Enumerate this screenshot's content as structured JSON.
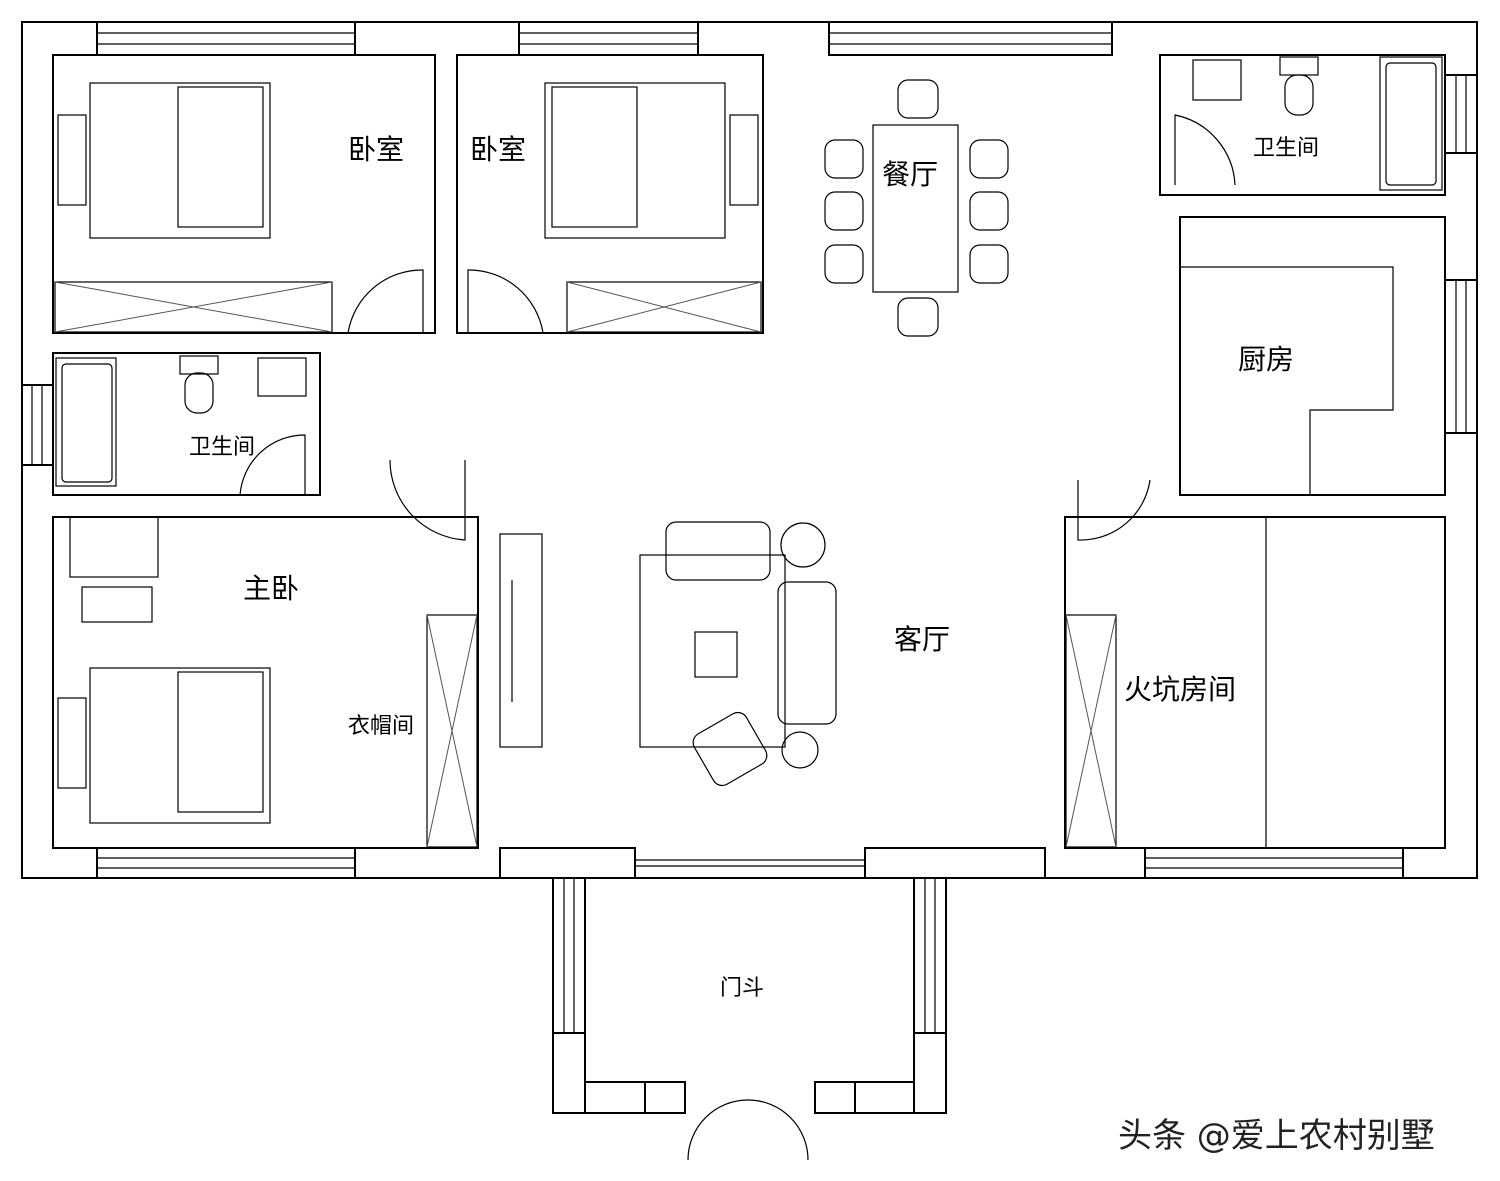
{
  "rooms": {
    "bedroom1": "卧室",
    "bedroom2": "卧室",
    "dining": "餐厅",
    "bath_top_right": "卫生间",
    "kitchen": "厨房",
    "bath_left": "卫生间",
    "master_bedroom": "主卧",
    "walk_in_closet": "衣帽间",
    "living_room": "客厅",
    "kang_room": "火坑房间",
    "vestibule": "门斗"
  },
  "watermark": "头条 @爱上农村别墅",
  "colors": {
    "line": "#000000",
    "background": "#ffffff"
  }
}
